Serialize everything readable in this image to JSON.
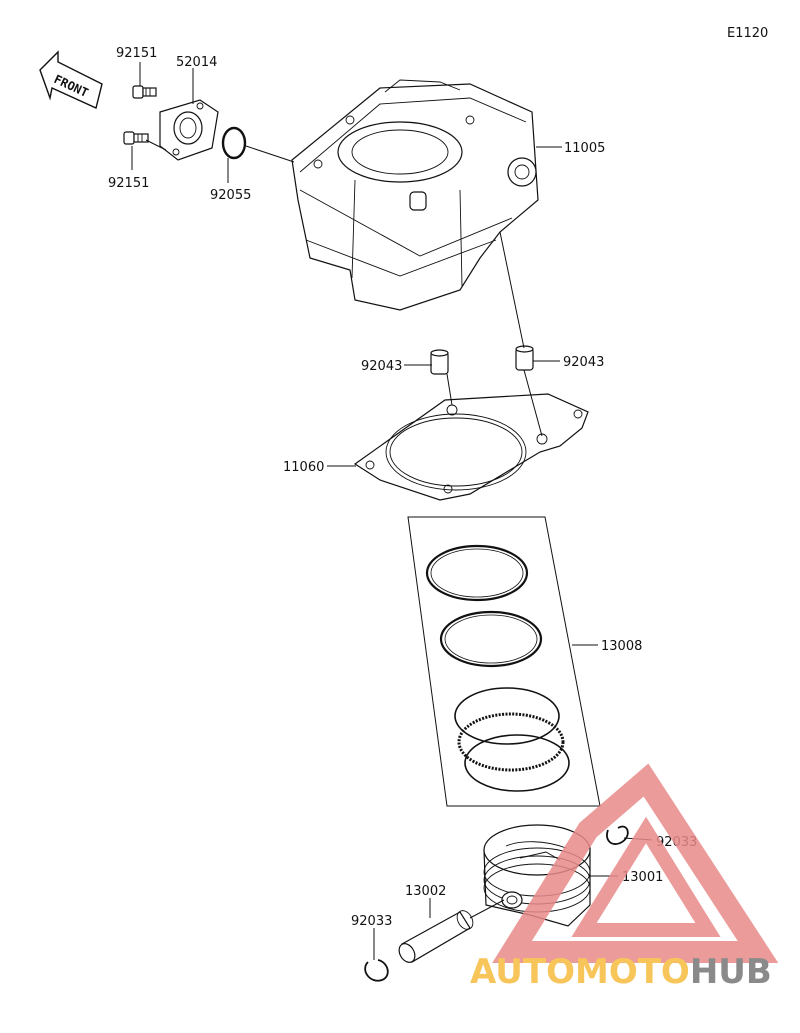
{
  "diagram": {
    "code": "E1120",
    "front_label": "FRONT",
    "parts": {
      "bolt_top": "92151",
      "water_outlet": "52014",
      "bolt_bottom": "92151",
      "o_ring": "92055",
      "cylinder": "11005",
      "dowel_left": "92043",
      "dowel_right": "92043",
      "gasket": "11060",
      "ring_set": "13008",
      "circlip_right": "92033",
      "piston": "13001",
      "piston_pin": "13002",
      "circlip_left": "92033"
    }
  },
  "watermark": {
    "text_a": "AUTO",
    "text_b": "MOTO",
    "text_c": "HUB",
    "color_a": "#f7c55a",
    "color_b": "#f7c55a",
    "color_c": "#8a8a8a",
    "triangle_color": "#e98a8a"
  }
}
